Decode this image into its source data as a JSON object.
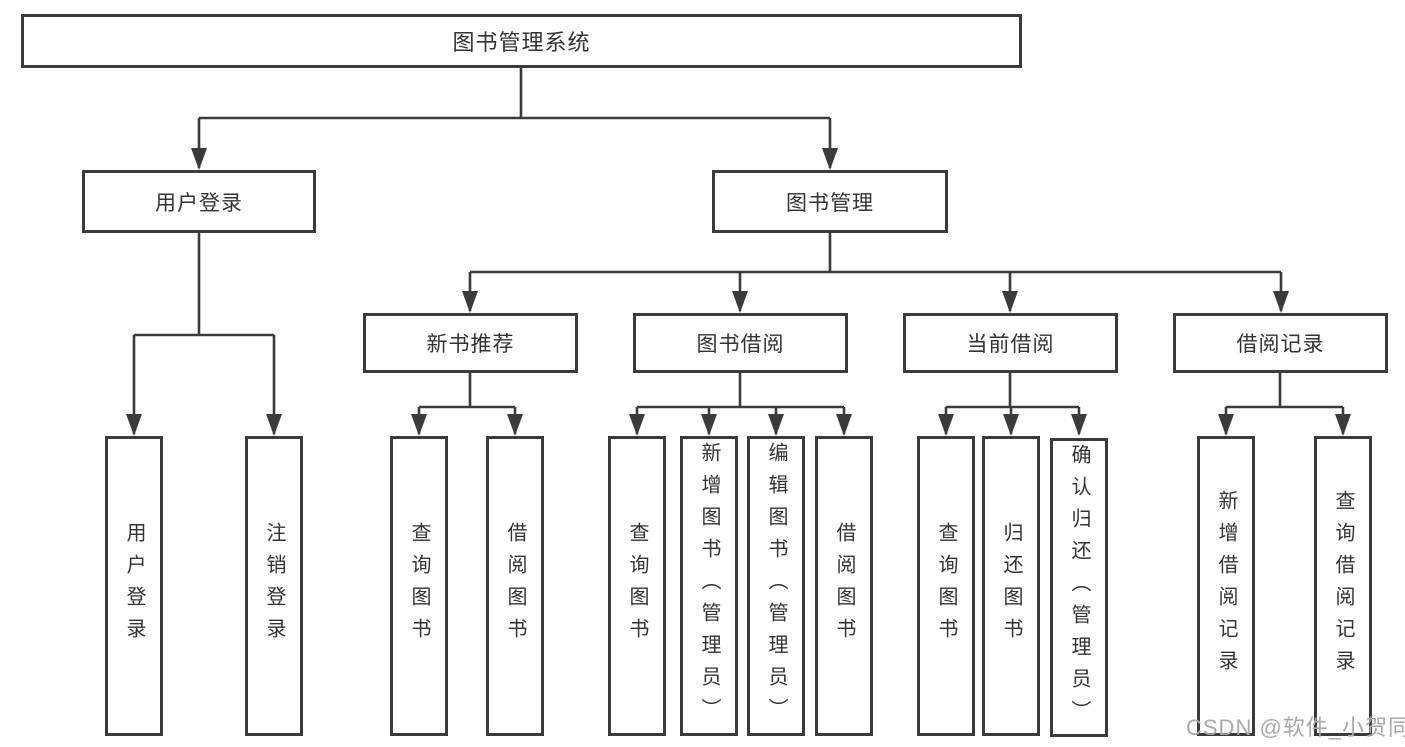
{
  "tree": {
    "root": {
      "label": "图书管理系统"
    },
    "branches": [
      {
        "label": "用户登录",
        "children": [
          {
            "label": "用户登录"
          },
          {
            "label": "注销登录"
          }
        ]
      },
      {
        "label": "图书管理",
        "children": [
          {
            "label": "新书推荐",
            "children": [
              {
                "label": "查询图书"
              },
              {
                "label": "借阅图书"
              }
            ]
          },
          {
            "label": "图书借阅",
            "children": [
              {
                "label": "查询图书"
              },
              {
                "label": "新增图书（管理员）"
              },
              {
                "label": "编辑图书（管理员）"
              },
              {
                "label": "借阅图书"
              }
            ]
          },
          {
            "label": "当前借阅",
            "children": [
              {
                "label": "查询图书"
              },
              {
                "label": "归还图书"
              },
              {
                "label": "确认归还（管理员）"
              }
            ]
          },
          {
            "label": "借阅记录",
            "children": [
              {
                "label": "新增借阅记录"
              },
              {
                "label": "查询借阅记录"
              }
            ]
          }
        ]
      }
    ]
  },
  "watermark": {
    "text": "CSDN @软件_小贺同学"
  },
  "colors": {
    "line": "#3b3b3b",
    "text": "#333333",
    "watermark": "#a9a9a9"
  }
}
